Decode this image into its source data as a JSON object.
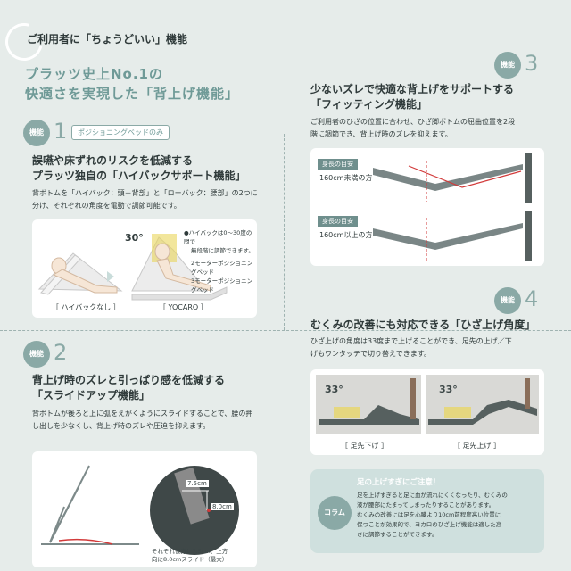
{
  "header": {
    "title": "ご利用者に「ちょうどいい」機能"
  },
  "headline": {
    "line1": "プラッツ史上No.1の",
    "line2": "快適さを実現した「背上げ機能」"
  },
  "f1": {
    "badge": "機能",
    "num": "1",
    "tag": "ポジショニングベッドのみ",
    "title1": "誤嚥や床ずれのリスクを低減する",
    "title2": "プラッツ独自の「ハイバックサポート機能」",
    "body1": "背ボトムを「ハイバック：頭－背部」と「ローバック：腰部」の2つに",
    "body2": "分け、それぞれの角度を電動で調節可能です。",
    "angle": "30°",
    "note1": "●ハイバックは0～30度の間で",
    "note2": "無段階に調節できます。",
    "note3": "2モーターポジショニングベッド",
    "note4": "3モーターポジショニングベッド",
    "cap_left": "［ ハイバックなし ］",
    "cap_right": "［ YOCARO ］"
  },
  "f2": {
    "badge": "機能",
    "num": "2",
    "title1": "背上げ時のズレと引っぱり感を低減する",
    "title2": "「スライドアップ機能」",
    "body1": "背ボトムが後ろと上に弧をえがくようにスライドすることで、腰の押し出しを少なくし、背上げ時のズレや圧迫を",
    "body2": "抑えます。",
    "m1": "7.5cm",
    "m2": "8.0cm",
    "cap1": "それぞれ後方に7.5cm、上方",
    "cap2": "向に8.0cmスライド（最大）"
  },
  "f3": {
    "badge": "機能",
    "num": "3",
    "title1": "少ないズレで快適な背上げをサポートする",
    "title2": "「フィッティング機能」",
    "body1": "ご利用者のひざの位置に合わせ、ひざ脚ボトムの屈曲位置を2段",
    "body2": "階に調節でき、背上げ時のズレを抑えます。",
    "h_label": "身長の目安",
    "h1": "160cm未満の方",
    "h2": "160cm以上の方"
  },
  "f4": {
    "badge": "機能",
    "num": "4",
    "title": "むくみの改善にも対応できる「ひざ上げ角度」",
    "body1": "ひざ上げの角度は33度まで上げることができ、足先の上げ／下",
    "body2": "げもワンタッチで切り替えできます。",
    "angle": "33°",
    "cap_left": "［ 足先下げ ］",
    "cap_right": "［ 足先上げ ］"
  },
  "column": {
    "label": "コラム",
    "title": "足の上げすぎにご注意！",
    "l1": "足を上げすぎると足に血が流れにくくなったり、むくみの",
    "l2": "液が腰部にたまってしまったりすることがあります。",
    "l3": "むくみの改善には足を心臓より10cm前程度高い位置に",
    "l4": "保つことが効果的で、ヨカロのひざ上げ機能は適した高",
    "l5": "さに調節することができます。"
  },
  "colors": {
    "accent": "#8aa9a6",
    "bg": "#e6ecea",
    "red": "#d23a3a"
  }
}
